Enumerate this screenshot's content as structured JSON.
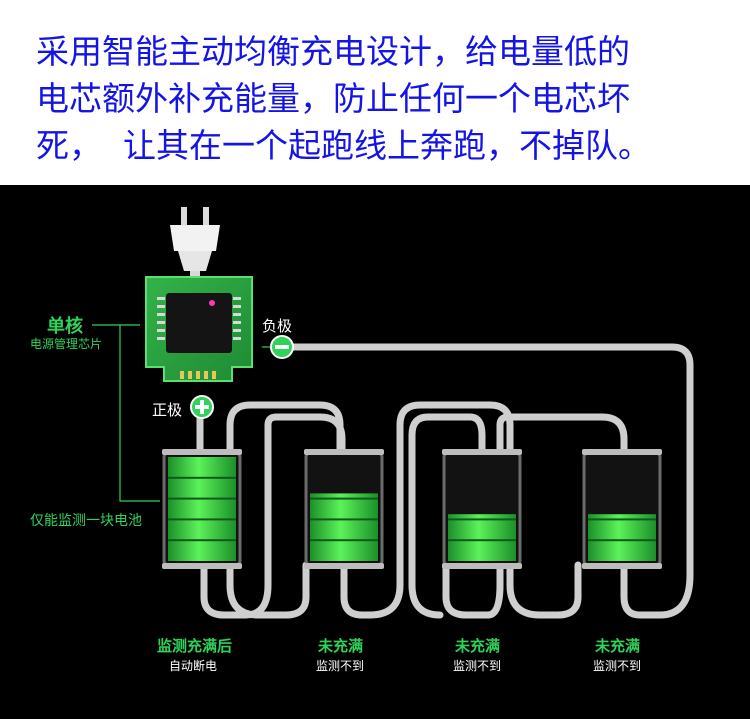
{
  "headline": {
    "line1": "采用智能主动均衡充电设计，给电量低的",
    "line2": "电芯额外补充能量，防止任何一个电芯坏",
    "line3": "死，  让其在一个起跑线上奔跑，不掉队。"
  },
  "diagram": {
    "chip_label_main": "单核",
    "chip_label_sub": "电源管理芯片",
    "negative_label": "负极",
    "positive_label": "正极",
    "monitor_note": "仅能监测一块电池",
    "negative_symbol": "−",
    "positive_symbol": "+",
    "cells": [
      {
        "status": "监测充满后",
        "note": "自动断电",
        "level": 1.0
      },
      {
        "status": "未充满",
        "note": "监测不到",
        "level": 0.65
      },
      {
        "status": "未充满",
        "note": "监测不到",
        "level": 0.45
      },
      {
        "status": "未充满",
        "note": "监测不到",
        "level": 0.45
      }
    ]
  },
  "colors": {
    "headline": "#1414e6",
    "accent_green": "#2fd35a",
    "background": "#000000"
  }
}
